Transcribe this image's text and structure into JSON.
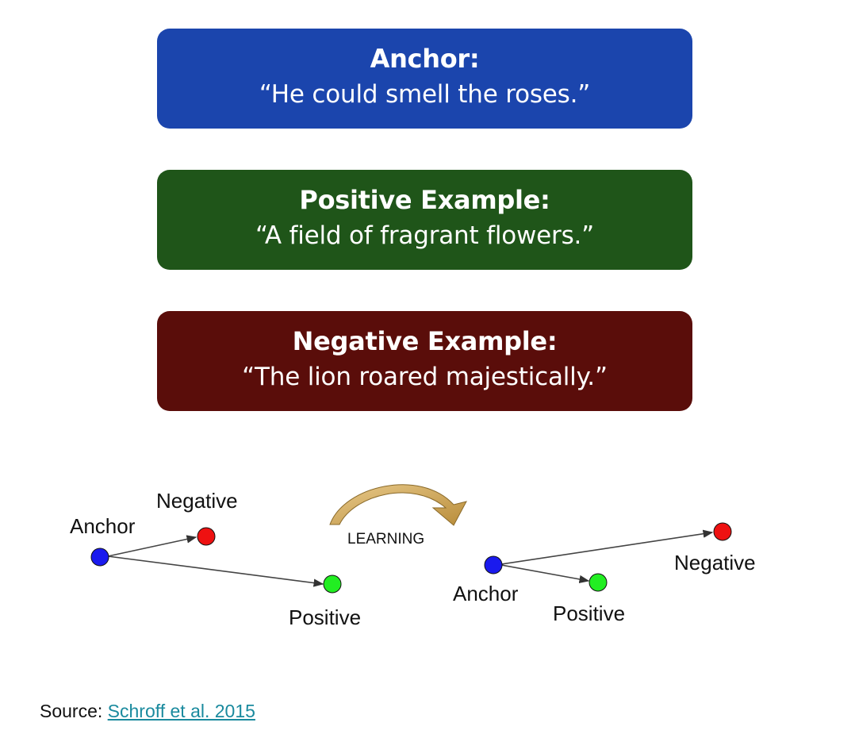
{
  "cards": [
    {
      "title": "Anchor:",
      "quote": "“He could smell the roses.”",
      "color": "#1b45ad"
    },
    {
      "title": "Positive Example:",
      "quote": "“A field of fragrant flowers.”",
      "color": "#1f5519"
    },
    {
      "title": "Negative Example:",
      "quote": "“The lion roared majestically.”",
      "color": "#5a0d0a"
    }
  ],
  "diagram": {
    "before": {
      "anchor": "Anchor",
      "negative": "Negative",
      "positive": "Positive"
    },
    "learning": "LEARNING",
    "after": {
      "anchor": "Anchor",
      "negative": "Negative",
      "positive": "Positive"
    },
    "colors": {
      "anchor": "#1a1aee",
      "negative": "#ee1111",
      "positive": "#22ee22",
      "arrow": "#d9b56a"
    }
  },
  "source": {
    "label": "Source:",
    "link_text": "Schroff et al. 2015"
  }
}
